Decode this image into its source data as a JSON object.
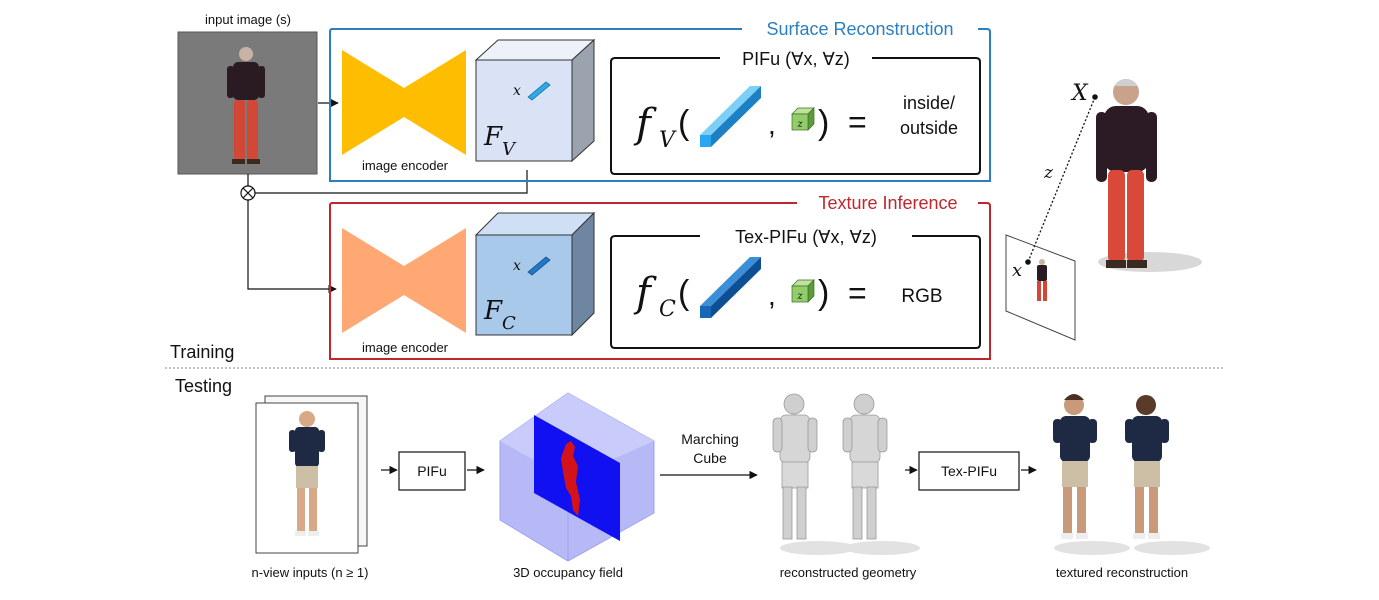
{
  "training": {
    "input_label": "input image (s)",
    "encoder_label_top": "image encoder",
    "encoder_label_bottom": "image encoder",
    "surface_title": "Surface Reconstruction",
    "texture_title": "Texture Inference",
    "pifu_title": "PIFu (∀x, ∀z)",
    "texpifu_title": "Tex-PIFu (∀x, ∀z)",
    "feature_v_main": "F",
    "feature_v_sub": "V",
    "feature_c_main": "F",
    "feature_c_sub": "C",
    "point_label": "x",
    "z_box": "z",
    "func_v_main": "f",
    "func_v_sub": "V",
    "func_c_main": "f",
    "func_c_sub": "C",
    "output_v_line1": "inside/",
    "output_v_line2": "outside",
    "output_c": "RGB",
    "operator_symbol": "⊗",
    "section_training": "Training",
    "camera_X": "X",
    "camera_z": "z",
    "camera_x": "x"
  },
  "testing": {
    "section_testing": "Testing",
    "inputs_label": "n-view inputs (n ≥ 1)",
    "pifu_box": "PIFu",
    "occupancy_label": "3D occupancy field",
    "marching_line1": "Marching",
    "marching_line2": "Cube",
    "geometry_label": "reconstructed geometry",
    "texpifu_box": "Tex-PIFu",
    "textured_label": "textured reconstruction"
  },
  "colors": {
    "surface_frame": "#2b7fc1",
    "texture_frame": "#c0262d",
    "encoder_top": "#ffbd00",
    "encoder_bottom": "#ffa873",
    "cube_v_face": "#d9e3f5",
    "cube_c_face": "#a9c9ea",
    "occupancy_plane": "#1010f0",
    "occupancy_fill": "#d4121a"
  }
}
